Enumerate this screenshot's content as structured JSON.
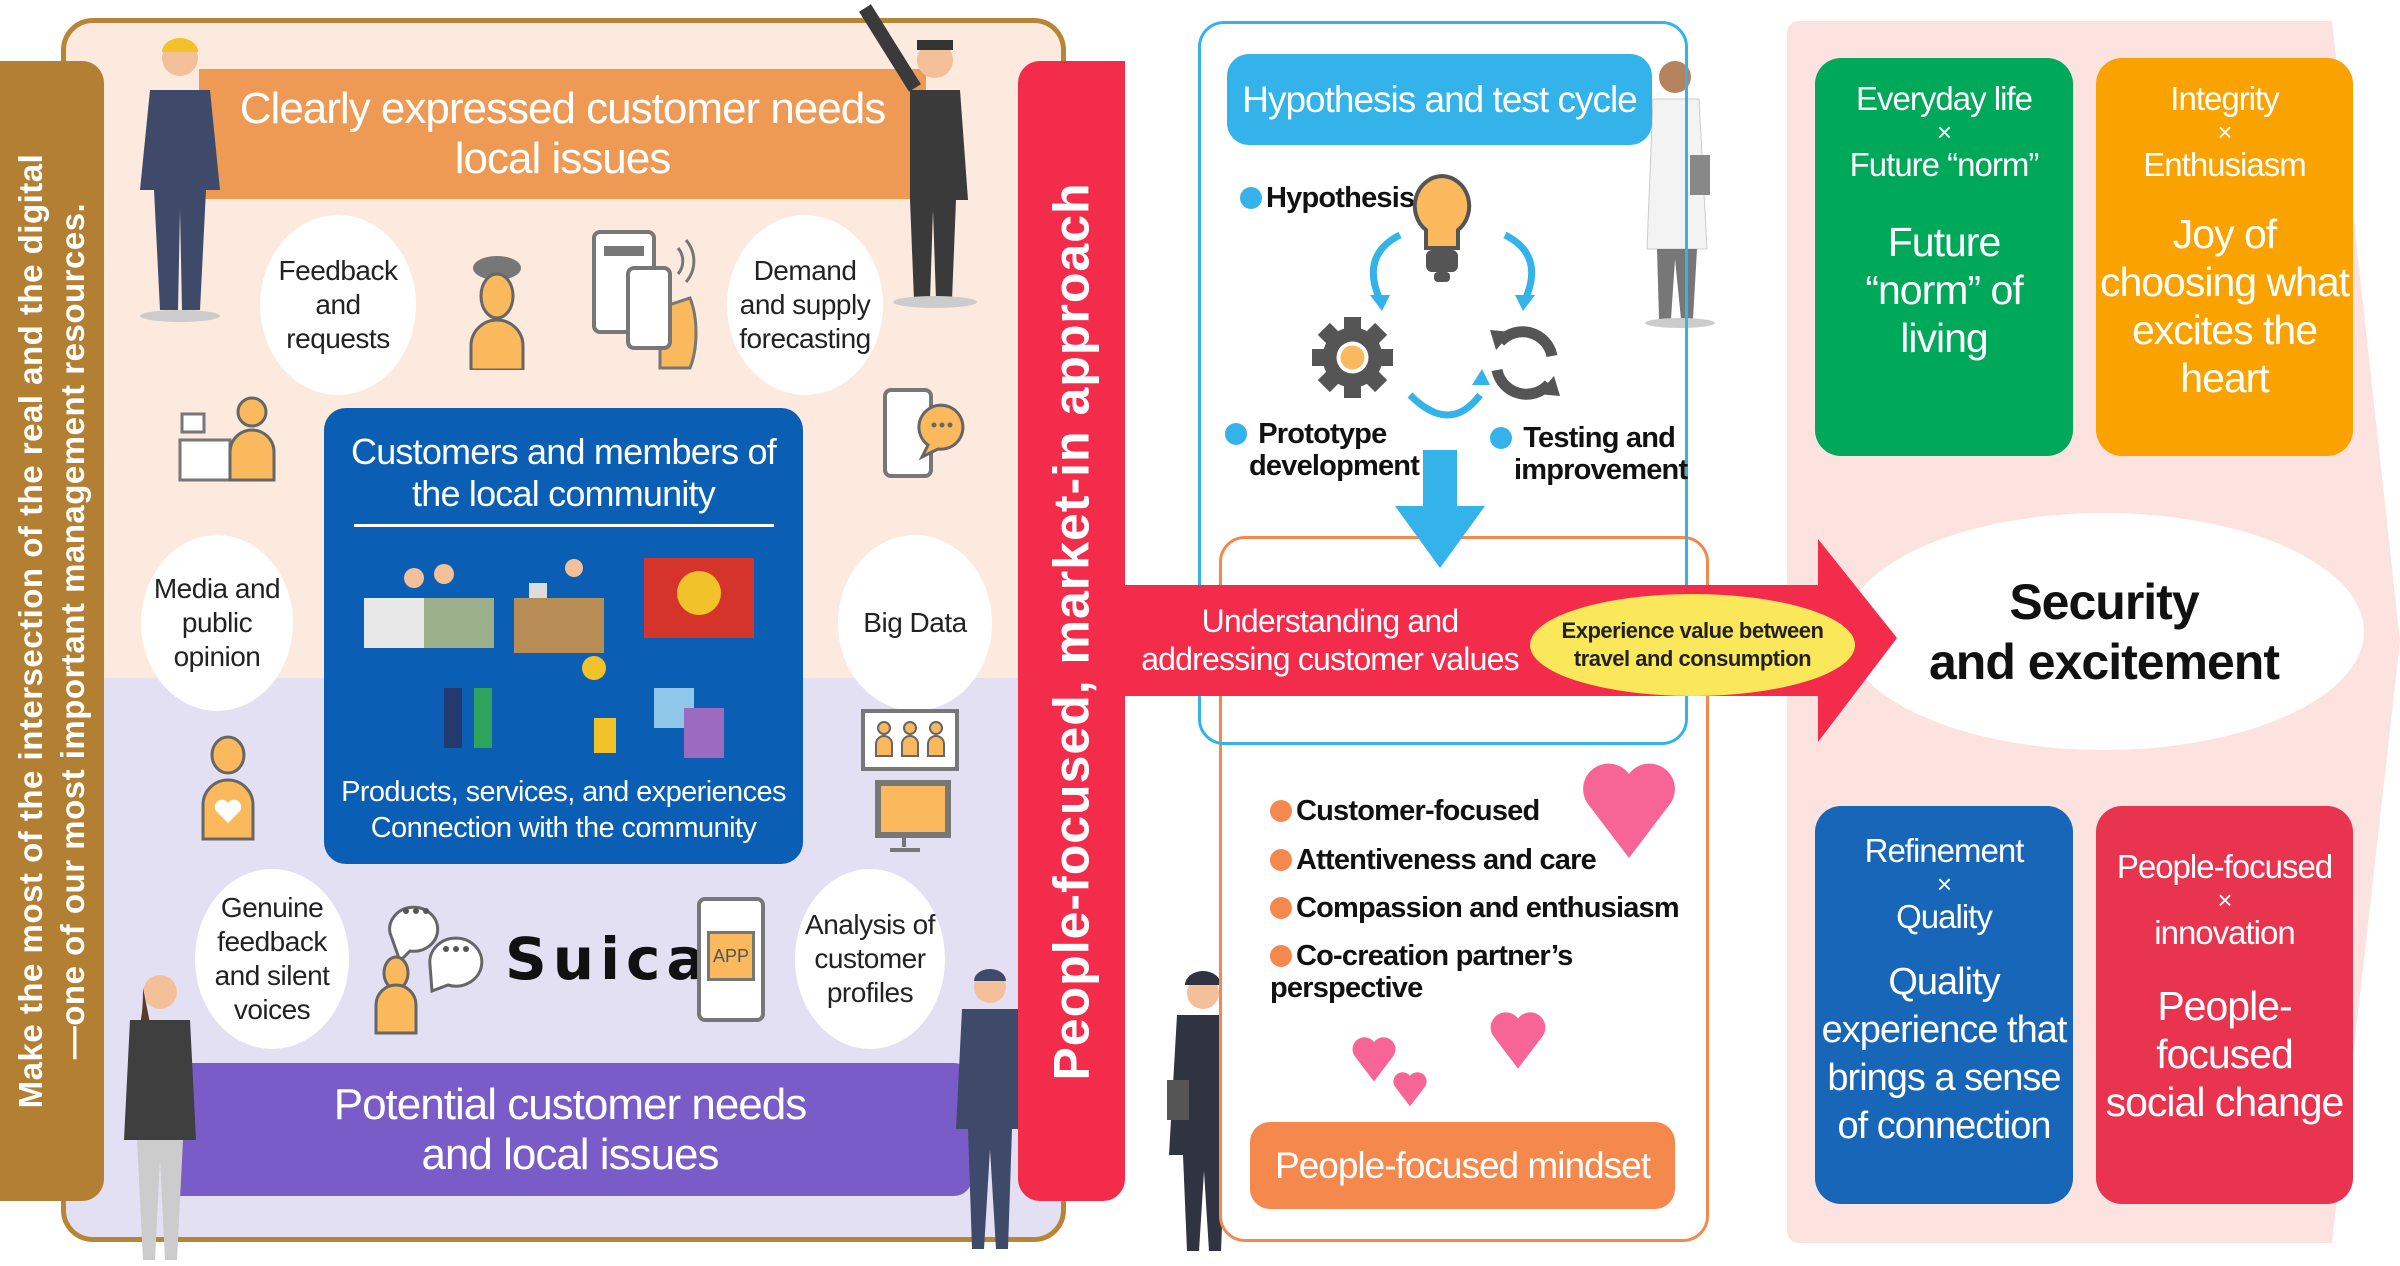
{
  "left_bar": {
    "line1": "Make the most of the intersection of the real and the digital",
    "line2": "—one of our most important management resources.",
    "color": "#b37f33"
  },
  "top_banner": {
    "line1": "Clearly expressed customer needs",
    "line2": "local issues",
    "color": "#ee9a55"
  },
  "bottom_banner": {
    "line1": "Potential customer needs",
    "line2": "and local issues",
    "color": "#7a5cc8"
  },
  "center_box": {
    "title_line1": "Customers and members of",
    "title_line2": "the local community",
    "footer_line1": "Products, services, and experiences",
    "footer_line2": "Connection with the community",
    "color": "#0a5fb4"
  },
  "circles": {
    "feedback": "Feedback\nand\nrequests",
    "demand": "Demand\nand supply\nforecasting",
    "media": "Media and\npublic\nopinion",
    "big_data": "Big Data",
    "genuine": "Genuine\nfeedback\nand silent\nvoices",
    "analysis": "Analysis of\ncustomer\nprofiles"
  },
  "suica_logo": "Suica",
  "app_label": "APP",
  "red_bar": {
    "text": "People-focused, market-in approach",
    "color": "#f42c4c"
  },
  "cycle": {
    "title": "Hypothesis and test cycle",
    "hypothesis": "Hypothesis",
    "prototype_line1": "Prototype",
    "prototype_line2": "development",
    "testing_line1": "Testing and",
    "testing_line2": "improvement",
    "color": "#33b3ea"
  },
  "arrow": {
    "line1": "Understanding and",
    "line2": "addressing customer values",
    "badge_line1": "Experience value between",
    "badge_line2": "travel and consumption"
  },
  "mindset": {
    "items": [
      "Customer-focused",
      "Attentiveness and care",
      "Compassion and enthusiasm",
      "Co-creation partner’s\nperspective"
    ],
    "button": "People-focused mindset",
    "color": "#f5894d"
  },
  "center_goal": {
    "line1": "Security",
    "line2": "and excitement"
  },
  "value_boxes": [
    {
      "a": "Everyday life",
      "x": "×",
      "b": "Future “norm”",
      "main": "Future\n“norm” of\nliving",
      "color": "#00a85a"
    },
    {
      "a": "Integrity",
      "x": "×",
      "b": "Enthusiasm",
      "main": "Joy of\nchoosing what\nexcites the\nheart",
      "color": "#f9a200"
    },
    {
      "a": "Refinement",
      "x": "×",
      "b": "Quality",
      "main": "Quality\nexperience that\nbrings a sense\nof connection",
      "color": "#1766b8"
    },
    {
      "a": "People-focused",
      "x": "×",
      "b": "innovation",
      "main": "People-\nfocused\nsocial change",
      "color": "#e8344e"
    }
  ]
}
